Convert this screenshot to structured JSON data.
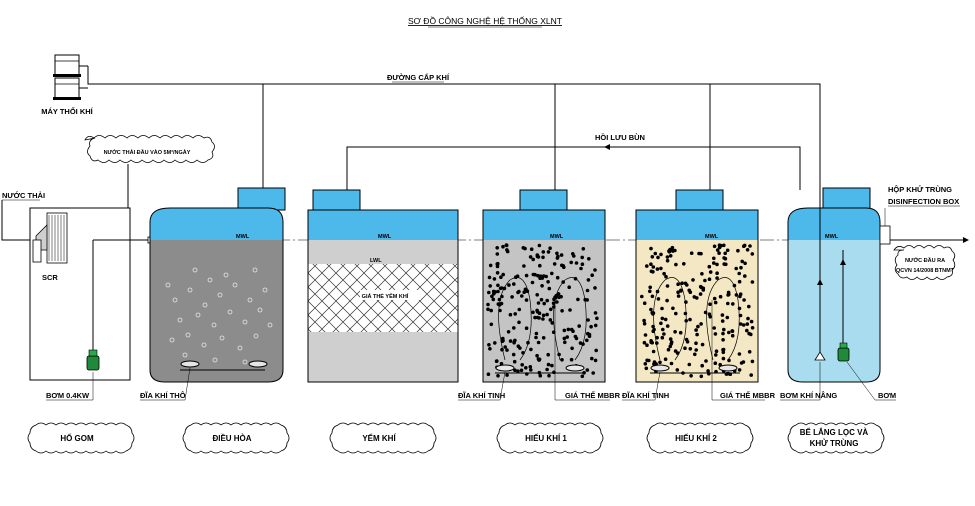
{
  "title": "SƠ ĐỒ CÔNG NGHỆ HỆ THỐNG  XLNT",
  "labels": {
    "blower": "MÁY THỔI KHÍ",
    "air_line": "ĐƯỜNG CẤP KHÍ",
    "sludge_return": "HỒI LƯU BÙN",
    "influent": "NƯỚC THẢI",
    "influent_note": "NƯỚC THẢI ĐẦU VÀO 5M³/NGÀY",
    "screen": "SCR",
    "pump_small": "BƠM 0.4KW",
    "coarse_diffuser": "ĐĨA KHÍ THÔ",
    "anoxic_media": "GIÁ THỂ YẾM KHÍ",
    "fine_diffuser_1": "ĐĨA KHÍ TINH",
    "mbbr_media_1": "GIÁ THỂ MBBR",
    "fine_diffuser_2": "ĐĨA KHÍ TINH",
    "mbbr_media_2": "GIÁ THỂ MBBR",
    "airlift_pump": "BƠM KHÍ NÂNG",
    "pump": "BƠM",
    "disinfection_box_vn": "HỘP KHỬ TRÙNG",
    "disinfection_box_en": "DISINFECTION BOX",
    "effluent_1": "NƯỚC ĐẦU RA",
    "effluent_2": "QCVN 14/2008 BTNMT",
    "mwl": "MWL",
    "lwl": "LWL"
  },
  "stages": [
    "HỐ GOM",
    "ĐIỀU HÒA",
    "YẾM KHÍ",
    "HIẾU KHÍ 1",
    "HIẾU KHÍ 2",
    "BỂ LẮNG LỌC VÀ",
    "KHỬ TRÙNG"
  ],
  "colors": {
    "water_top": "#4db8ea",
    "equalization": "#8c8c8c",
    "anoxic": "#cfcfcf",
    "aerobic1": "#c4c4c4",
    "aerobic2": "#f4e7c3",
    "settling": "#a9dcee"
  }
}
